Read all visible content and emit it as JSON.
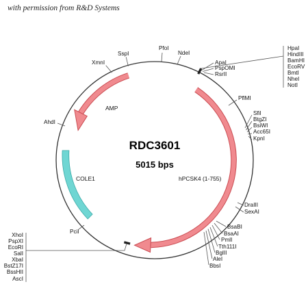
{
  "credit": "with permission from R&D Systems",
  "plasmid": {
    "name": "RDC3601",
    "size": "5015 bps"
  },
  "colors": {
    "orf": "#e8646a",
    "orf_fill": "#f08a8f",
    "ori": "#5fd0d0",
    "backbone": "#333333"
  },
  "features": [
    {
      "id": "amp",
      "label": "AMP",
      "kind": "orf"
    },
    {
      "id": "hpcsk4",
      "label": "hPCSK4 (1-755)",
      "kind": "orf"
    },
    {
      "id": "cole1",
      "label": "COLE1",
      "kind": "ori"
    }
  ],
  "sites": {
    "top": [
      "XmnI",
      "SspI",
      "PfoI",
      "NdeI"
    ],
    "left_single": [
      "AhdI"
    ],
    "pcil": [
      "PciI"
    ],
    "right_upper": [
      "ApaI",
      "PspOMI",
      "RsrII"
    ],
    "mcs_top": [
      "HpaI",
      "HindIII",
      "BamHI",
      "EcoRV",
      "BmtI",
      "NheI",
      "NotI"
    ],
    "pflmi": [
      "PflMI"
    ],
    "right_mid": [
      "SfiI",
      "BtgZI",
      "BsiWI",
      "Acc65I",
      "KpnI"
    ],
    "right_lower": [
      "DraIII",
      "SexAI"
    ],
    "bottom_right": [
      "BsaBI",
      "BsaAI",
      "PmlI",
      "Tth111I",
      "BglII",
      "AleI",
      "BbsI"
    ],
    "mcs_bottom": [
      "XhoI",
      "PspXI",
      "EcoRI",
      "SalI",
      "XbaI",
      "BstZ17I",
      "BssHII",
      "AscI"
    ]
  }
}
